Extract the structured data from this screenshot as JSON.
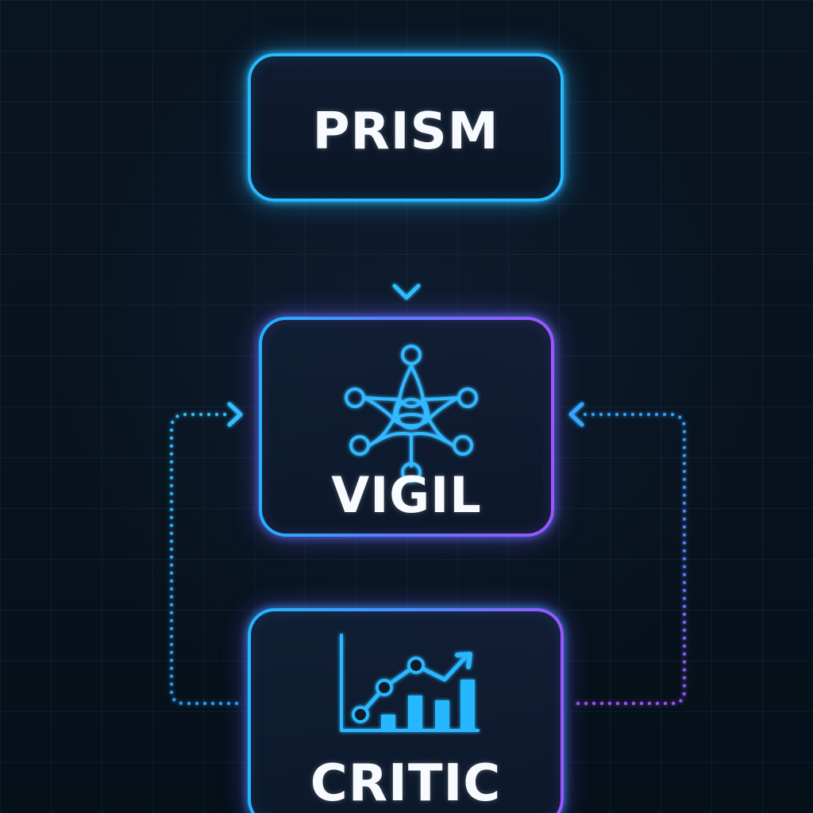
{
  "nodes": {
    "prism": {
      "label": "PRISM"
    },
    "vigil": {
      "label": "VIGIL",
      "icon": "network-icon"
    },
    "critic": {
      "label": "CRITIC",
      "icon": "chart-growth-icon"
    }
  },
  "connections": [
    {
      "from": "PRISM",
      "to": "VIGIL",
      "style": "dotted-arrow"
    },
    {
      "from": "CRITIC",
      "to": "VIGIL",
      "side": "left",
      "style": "dotted-arrow"
    },
    {
      "from": "CRITIC",
      "to": "VIGIL",
      "side": "right",
      "style": "dotted-arrow"
    }
  ],
  "colors": {
    "background": "#07111d",
    "cyan": "#28b8ff",
    "blue": "#5b7cff",
    "violet": "#9d55ff",
    "text": "#f7fbff"
  }
}
